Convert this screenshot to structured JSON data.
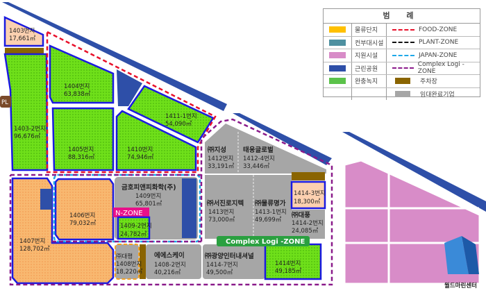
{
  "legend": {
    "title": "범 례",
    "fills": [
      {
        "label": "물류단지",
        "color": "#ffc000"
      },
      {
        "label": "컨부대시설",
        "color": "#4e90a0"
      },
      {
        "label": "지원시설",
        "color": "#d88cc8"
      },
      {
        "label": "근린공원",
        "color": "#2e4fa8"
      },
      {
        "label": "완충녹지",
        "color": "#5bc24a"
      }
    ],
    "zones": [
      {
        "label": "FOOD-ZONE",
        "color": "#e8102a"
      },
      {
        "label": "PLANT-ZONE",
        "color": "#111111"
      },
      {
        "label": "JAPAN-ZONE",
        "color": "#1ea8e8"
      },
      {
        "label": "Complex Logi -ZONE",
        "color": "#8a1a8a"
      }
    ],
    "extra": [
      {
        "label": "주차장",
        "color": "#8a6400"
      },
      {
        "label": "임대완료기업",
        "color": "#a6a6a6"
      }
    ]
  },
  "parcels": {
    "p1403": {
      "name": "1403번지",
      "area": "17,661㎡"
    },
    "p1403_2": {
      "name": "1403-2번지",
      "area": "96,676㎡"
    },
    "p1404": {
      "name": "1404번지",
      "area": "63,838㎡"
    },
    "p1405": {
      "name": "1405번지",
      "area": "88,316㎡"
    },
    "p1410": {
      "name": "1410번지",
      "area": "74,946㎡"
    },
    "p1411_1": {
      "name": "1411-1번지",
      "area": "54,090㎡"
    },
    "p1406": {
      "name": "1406번지",
      "area": "79,032㎡"
    },
    "p1407": {
      "name": "1407번지",
      "area": "128,702㎡"
    },
    "p1409": {
      "company": "금호피앤피화학(주)",
      "name": "1409번지",
      "area": "65,801㎡"
    },
    "p1409_2": {
      "name": "1409-2번지",
      "area": "24,782㎡"
    },
    "p1408": {
      "company": "㈜대평",
      "name": "1408번지",
      "area": "18,220㎡"
    },
    "p1408_2": {
      "company": "에에스케이",
      "name": "1408-2번지",
      "area": "40,216㎡"
    },
    "p1412": {
      "company": "㈜지성",
      "name": "1412번지",
      "area": "33,191㎡"
    },
    "p1412_4": {
      "company": "태웅글로벌",
      "name": "1412-4번지",
      "area": "33,446㎡"
    },
    "p1413": {
      "company": "㈜서진로지텍",
      "name": "1413번지",
      "area": "73,000㎡"
    },
    "p1413_1": {
      "company": "㈜물류명가",
      "name": "1413-1번지",
      "area": "49,699㎡"
    },
    "p1414_3": {
      "name": "1414-3번지",
      "area": "18,300㎡"
    },
    "p1414_2": {
      "company": "㈜대풍",
      "name": "1414-2번지",
      "area": "24,085㎡"
    },
    "p1414_7": {
      "company": "㈜광양인터내셔널",
      "name": "1414-7번지",
      "area": "49,500㎡"
    },
    "p1414": {
      "name": "1414번지",
      "area": "49,185㎡"
    }
  },
  "zone_labels": {
    "japan": "N-ZONE",
    "complex": "Complex Logi -ZONE",
    "pl": "PL"
  },
  "landmark": "월드마린센터"
}
